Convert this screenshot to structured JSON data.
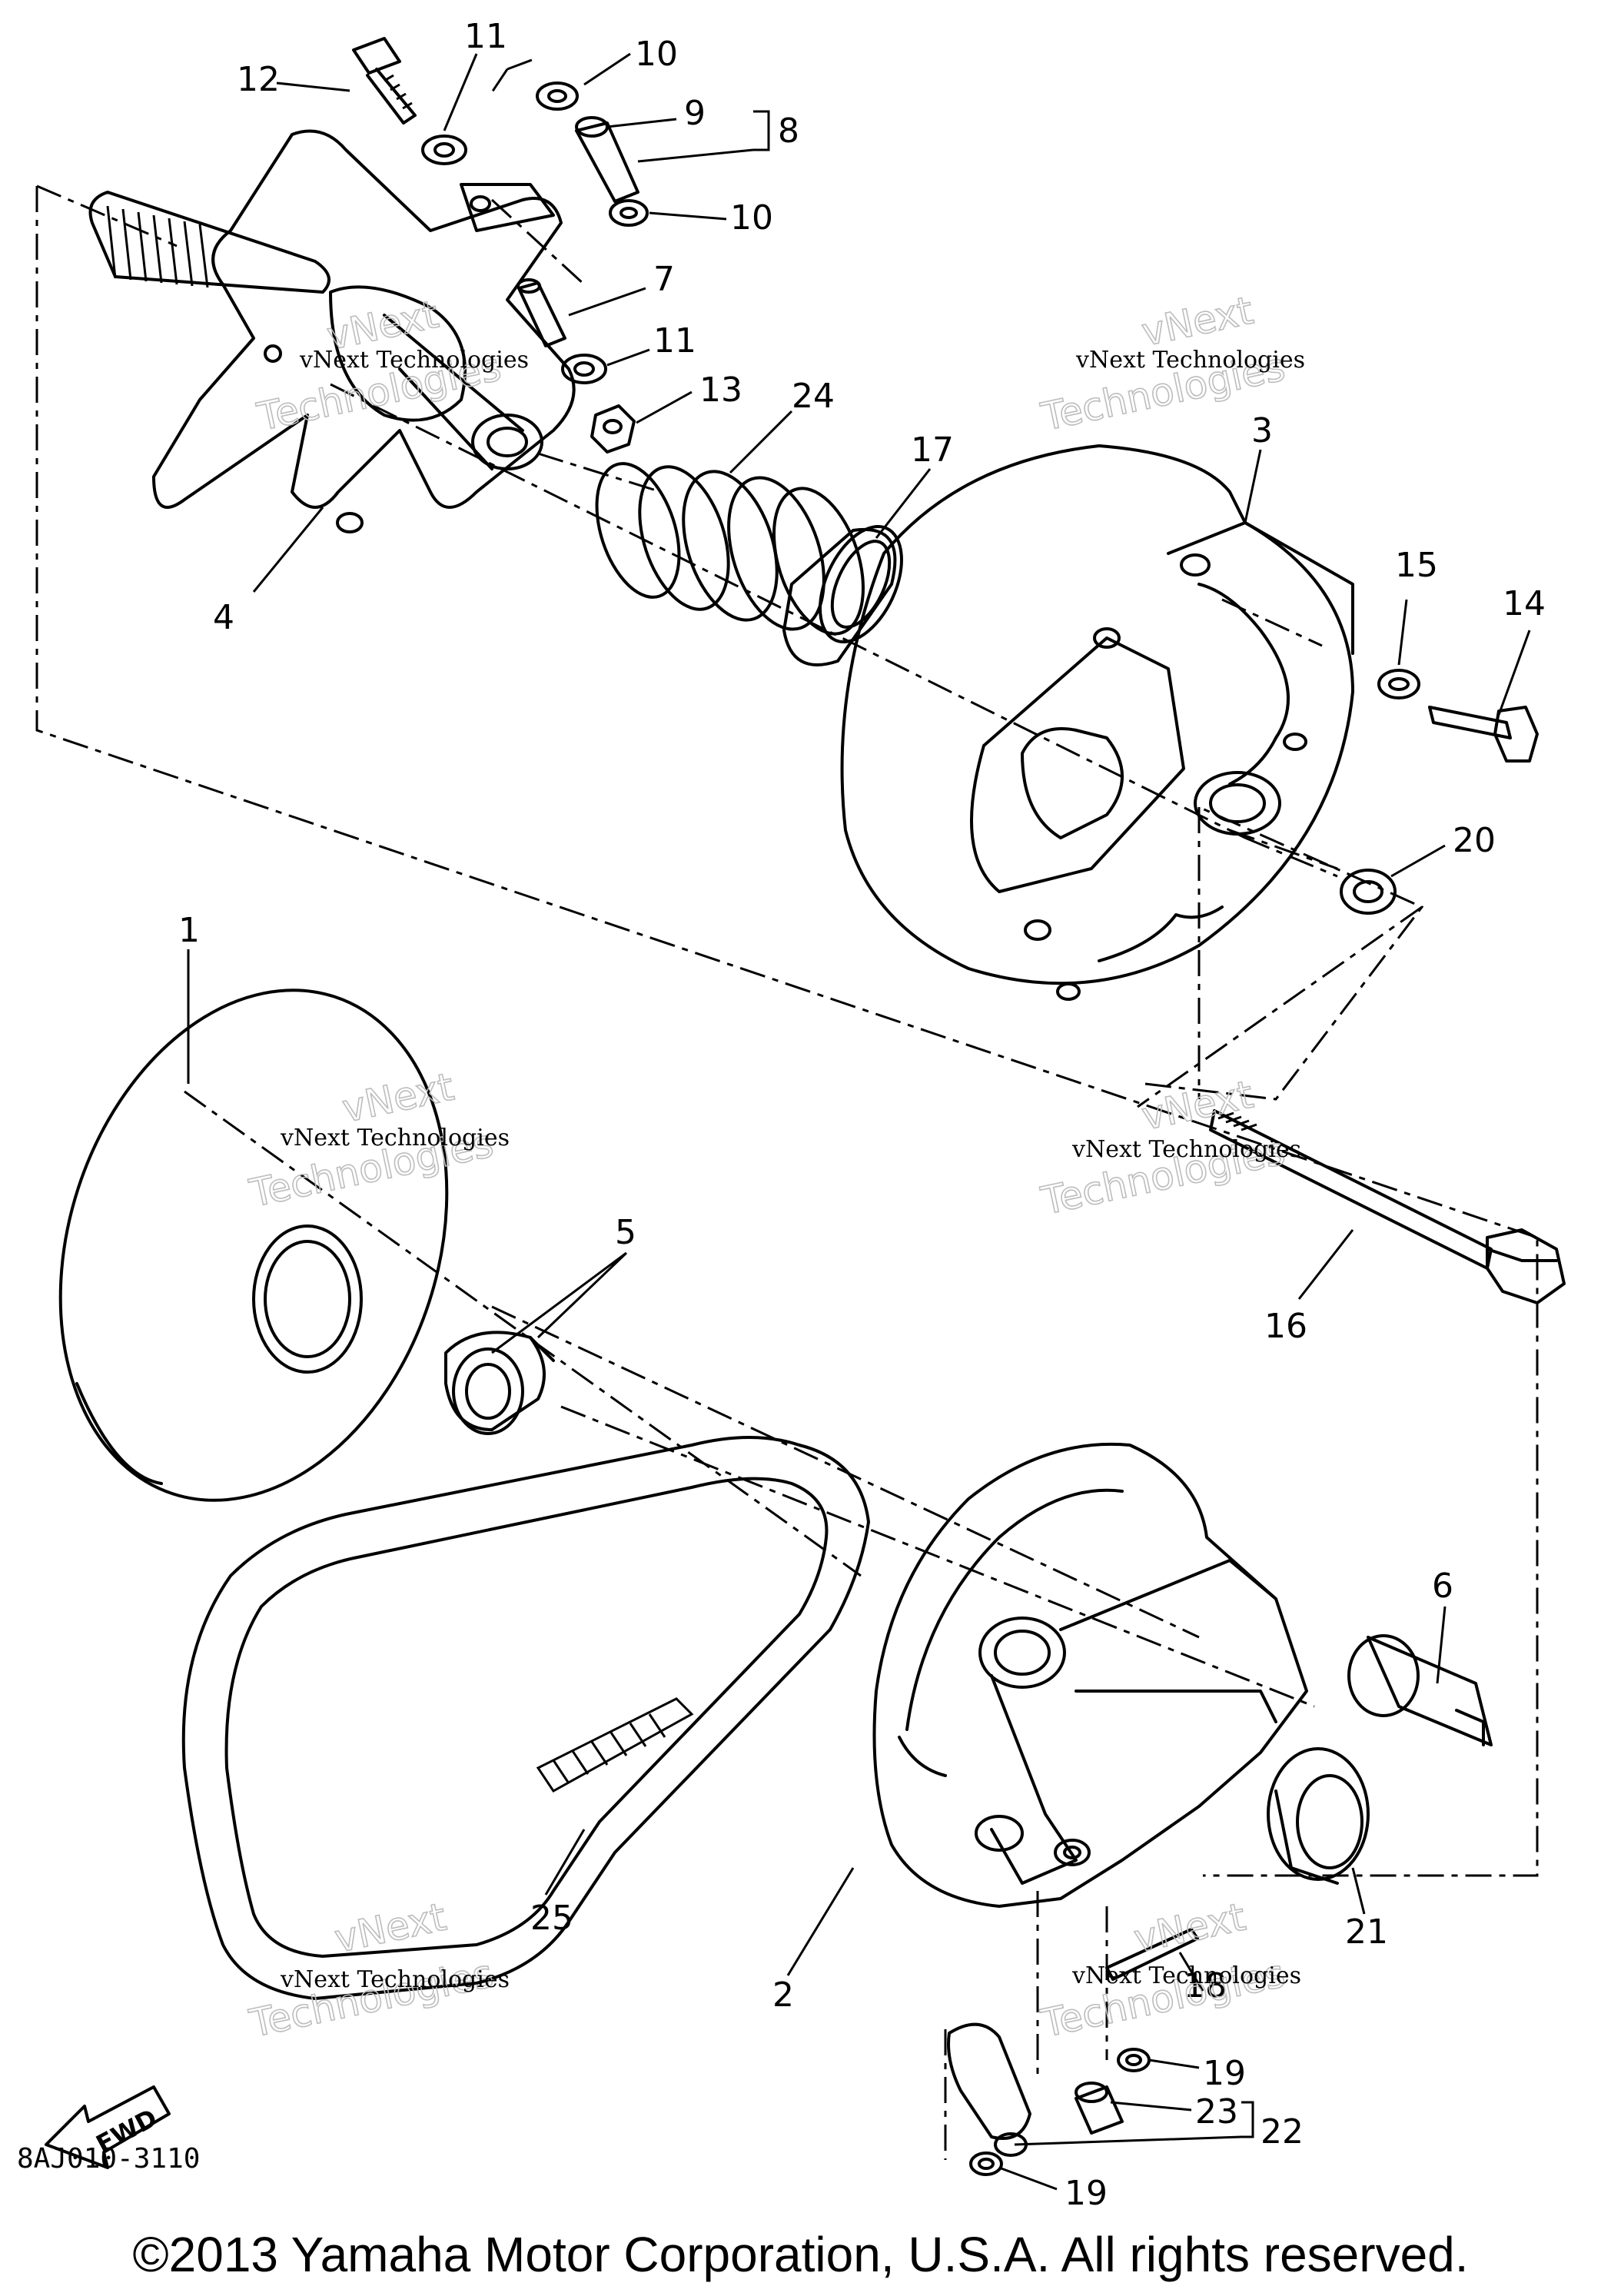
{
  "diagram": {
    "callouts": {
      "c1": "1",
      "c2": "2",
      "c3": "3",
      "c4": "4",
      "c5": "5",
      "c6": "6",
      "c7": "7",
      "c8": "8",
      "c9": "9",
      "c10a": "10",
      "c10b": "10",
      "c11a": "11",
      "c11b": "11",
      "c12": "12",
      "c13": "13",
      "c14": "14",
      "c15": "15",
      "c16": "16",
      "c17": "17",
      "c18": "18",
      "c19a": "19",
      "c19b": "19",
      "c20": "20",
      "c21": "21",
      "c22": "22",
      "c23": "23",
      "c24": "24",
      "c25": "25"
    },
    "fwd_label": "FWD",
    "watermark_line1": "vNext Technologies",
    "watermark_line2": "vNext",
    "watermark_line3": "Technologies"
  },
  "footer": {
    "diagram_code": "8AJ010-3110",
    "copyright": "©2013 Yamaha Motor Corporation, U.S.A. All rights reserved."
  }
}
